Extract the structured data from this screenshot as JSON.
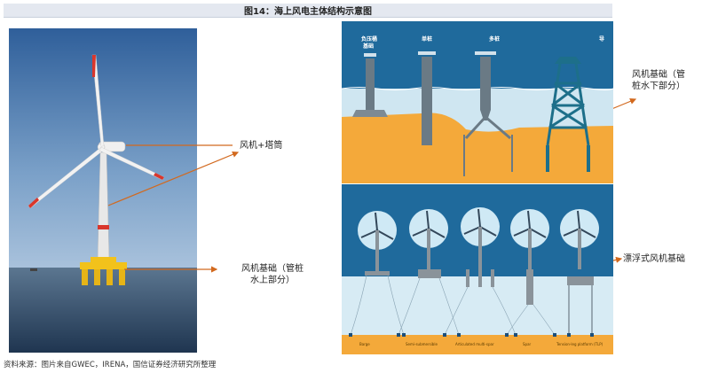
{
  "title": "图14：海上风电主体结构示意图",
  "source": "资料来源：图片来自GWEC，IRENA，国信证券经济研究所整理",
  "callouts": {
    "turbine_tower": "风机+塔筒",
    "foundation_above_line1": "风机基础（管桩",
    "foundation_above_line2": "水上部分）",
    "foundation_below_line1": "风机基础（管",
    "foundation_below_line2": "桩水下部分）",
    "floating": "漂浮式风机基础"
  },
  "fixed_types": {
    "suction_bucket": "负压桶",
    "suction_bucket_2": "基础",
    "monopile": "单桩",
    "multipile": "多桩",
    "jacket": "导"
  },
  "floating_types": [
    "Barge",
    "Semi-submersible",
    "Articulated multi-spar",
    "Spar",
    "Tension-leg platform (TLP)"
  ],
  "colors": {
    "arrow": "#d2691e",
    "sea_dark": "#1f6a9c",
    "seabed": "#f4a93a",
    "jacket_teal": "#1d6f8a",
    "foundation_yellow": "#f2c21b"
  }
}
